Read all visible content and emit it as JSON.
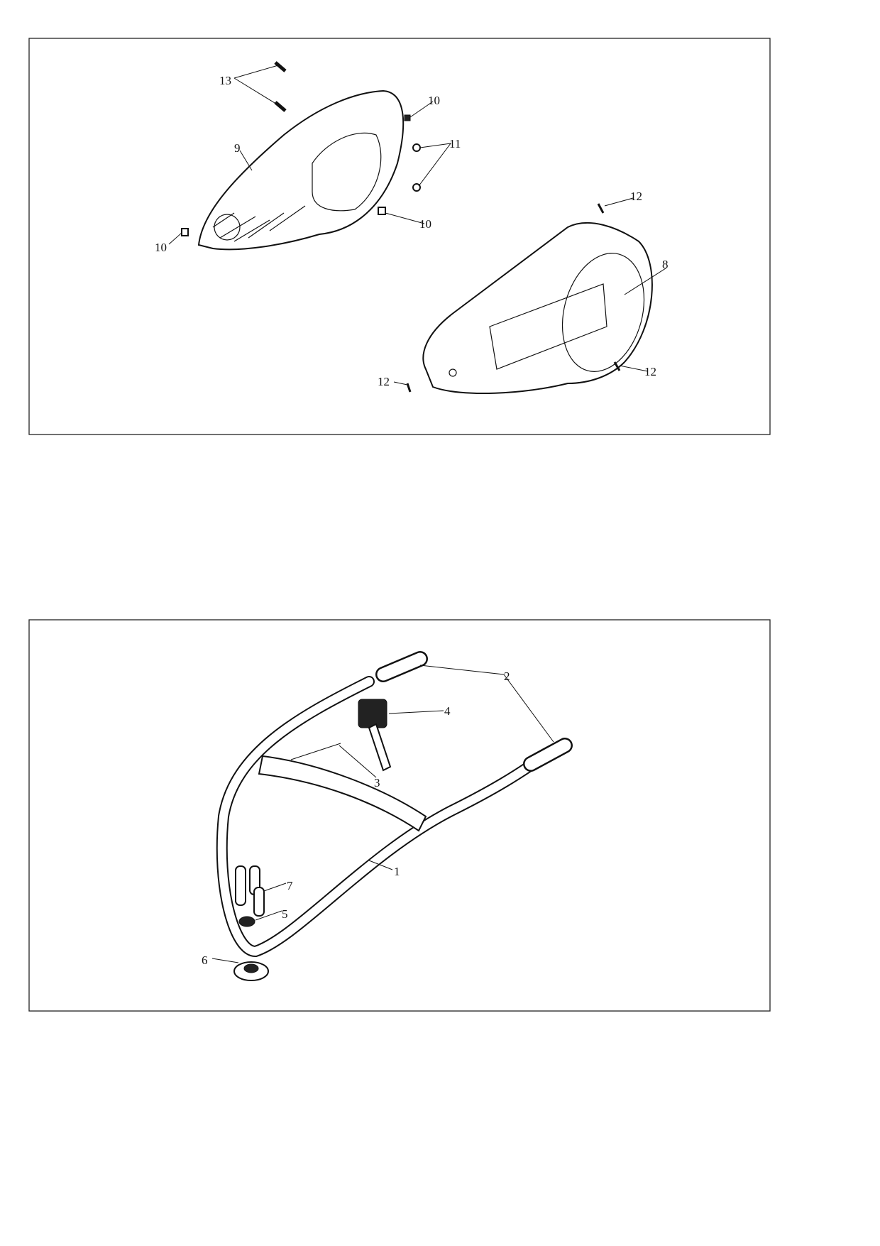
{
  "figure_top": {
    "labels": {
      "bolts": "13",
      "clip_top": "10",
      "nuts": "11",
      "inner_cover": "9",
      "screw_top": "12",
      "clip_right": "10",
      "clip_left": "10",
      "outer_cover": "8",
      "screw_right": "12",
      "screw_left": "12"
    }
  },
  "figure_bottom": {
    "labels": {
      "grips": "2",
      "lever": "4",
      "cable": "3",
      "frame": "1",
      "tube": "7",
      "cap": "5",
      "base": "6"
    }
  }
}
